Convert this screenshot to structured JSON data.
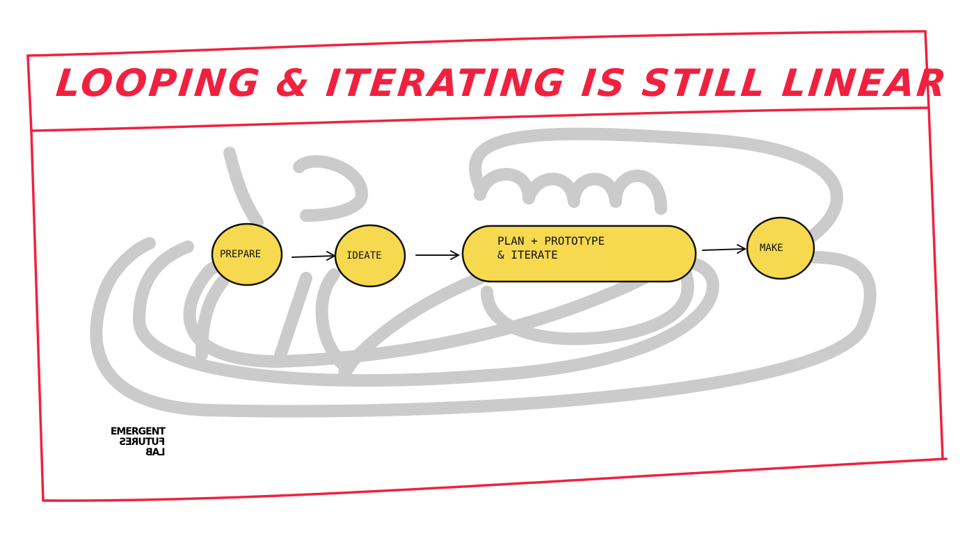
{
  "title": "LOOPING & ITERATING IS STILL LINEAR",
  "nodes": [
    {
      "id": "prepare",
      "label": "PREPARE"
    },
    {
      "id": "ideate",
      "label": "IDEATE"
    },
    {
      "id": "plan",
      "label_line1": "PLAN + PROTOTYPE",
      "label_line2": "& ITERATE"
    },
    {
      "id": "make",
      "label": "MAKE"
    }
  ],
  "edges": [
    {
      "from": "prepare",
      "to": "ideate"
    },
    {
      "from": "ideate",
      "to": "plan"
    },
    {
      "from": "plan",
      "to": "make"
    }
  ],
  "logo": {
    "line1": "EMERGENT",
    "line2": "FUTURES",
    "line3": "LAB"
  },
  "colors": {
    "frame": "#f0213f",
    "node_fill": "#f6d94e",
    "loop_arrows": "#c8c8c8",
    "ink": "#111111"
  }
}
